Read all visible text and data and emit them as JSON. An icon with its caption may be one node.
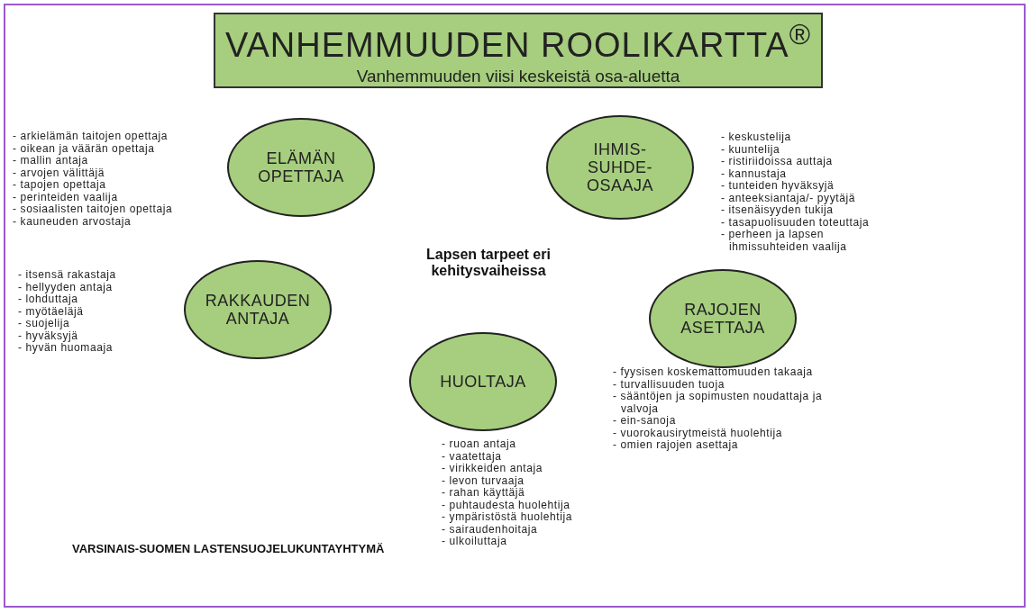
{
  "diagram": {
    "nodes": [
      {
        "text": [
          "VANHEMMUUDEN ROOLIKARTTA$^{®}$",
          "Vanhemmuuden viisi keskeistä osa-aluetta"
        ]
      },
      {
        "text": [
          "ELÄMÄN OPETTAJA"
        ],
        "beside": [
          "- arkielämän taitojen opettaja",
          "- oikean ja väärän opettaja",
          "- mallin antaja",
          "- arvojen välittäjä",
          "- tapojen opettaja",
          "- perinteiden vaalija",
          "- sosiaalisten taitojen opettaja",
          "- kauneuden arvostaja"
        ]
      },
      {
        "text": [
          "IHMIS- SUHDE- OSAAJA"
        ],
        "beside": [
          "- keskustelija",
          "- kuuntelija",
          "- ristiriidoissa auttaja",
          "- kannustaja",
          "- tunteiden hyväksyjä",
          "- anteeksiantaja/- pyytäjä",
          "- itsenäisyyden tukija",
          "- tasapuolisuuden toteuttaja",
          "- perheen ja lapsen ihmissuhteiden vaalija"
        ]
      },
      {
        "text": [
          "RAKKAUDEN ANTAJA"
        ],
        "beside": [
          "- itsensä rakastaja",
          "- hellyyden antaja",
          "- lohduttaja",
          "- myötäeläjä",
          "- suojelija",
          "- hyväksyjä",
          "- hyvän huomaaja"
        ]
      },
      {
        "text": [
          "RAJOJEN ASETTAJA"
        ],
        "beside": [
          "- fyysisen koskemattomuuden takaaja",
          "- turvallisuuden tuoja",
          "- sääntöjen ja sopimusten noudattaja ja valvoja",
          "- ein-sanoja",
          "- vuorokausirytmeistä huolehtija",
          "- omien rajojen asettaja"
        ]
      },
      {
        "text": [
          "HUOLTAJA"
        ],
        "beside": [
          "- ruoan antaja",
          "- vaatettaja",
          "- virikkeiden antaja",
          "- levon turvaaja",
          "- rahan käyttäjä",
          "- puhtaudesta huolehtija",
          "- ympäristöstä huolehtija",
          "- sairaudenhoitaja",
          "- ulkoiluttaja"
        ]
      }
    ],
    "edges": [],
    "labels": [
      "Lapsen tarpeet eri kehitysvaiheissa",
      "VARSINAIS-SUOMEN LASTENSUOJELUKUNTAYHTYMÄ"
    ]
  }
}
